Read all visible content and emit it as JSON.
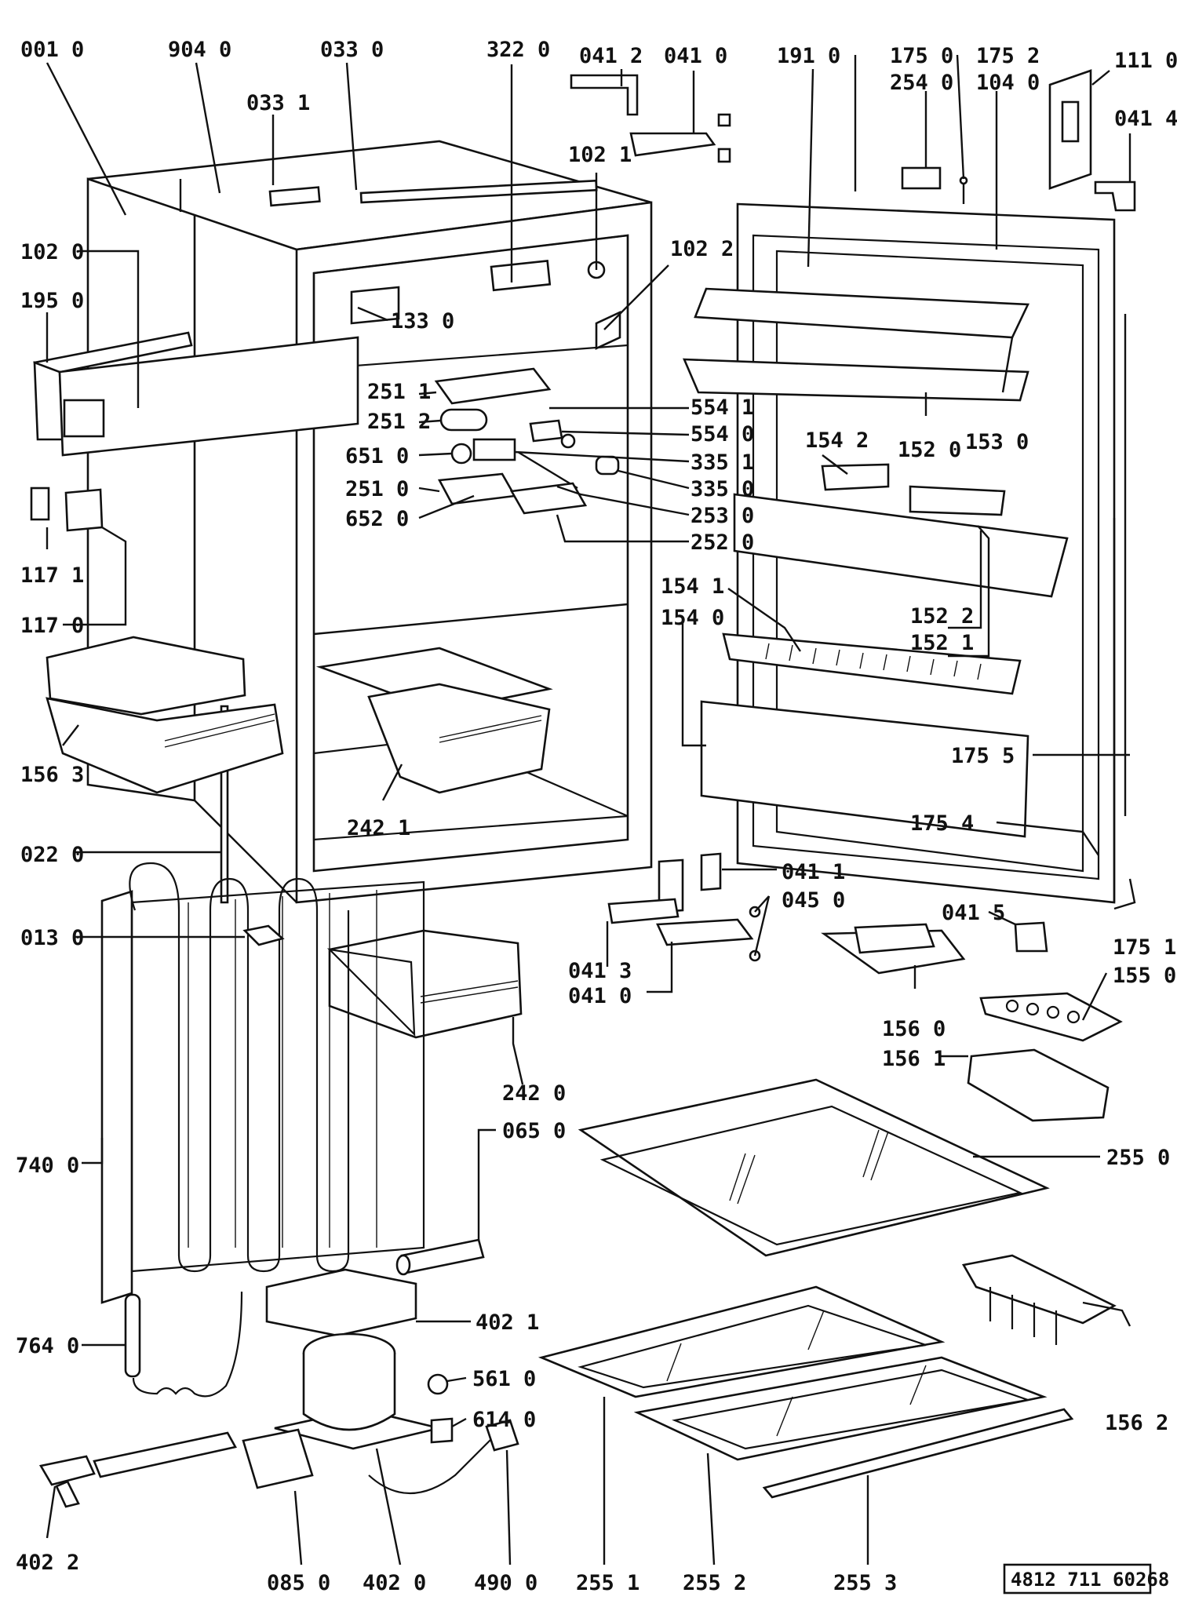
{
  "document_number": "4812 711 60268",
  "labels": [
    {
      "id": "001-0",
      "text": "001 0"
    },
    {
      "id": "904-0",
      "text": "904 0"
    },
    {
      "id": "033-0",
      "text": "033 0"
    },
    {
      "id": "322-0",
      "text": "322 0"
    },
    {
      "id": "041-2",
      "text": "041 2"
    },
    {
      "id": "041-0-top",
      "text": "041 0"
    },
    {
      "id": "191-0",
      "text": "191 0"
    },
    {
      "id": "175-0",
      "text": "175 0"
    },
    {
      "id": "175-2",
      "text": "175 2"
    },
    {
      "id": "111-0",
      "text": "111 0"
    },
    {
      "id": "033-1",
      "text": "033 1"
    },
    {
      "id": "254-0",
      "text": "254 0"
    },
    {
      "id": "104-0",
      "text": "104 0"
    },
    {
      "id": "041-4",
      "text": "041 4"
    },
    {
      "id": "102-1",
      "text": "102 1"
    },
    {
      "id": "102-0",
      "text": "102 0"
    },
    {
      "id": "102-2",
      "text": "102 2"
    },
    {
      "id": "195-0",
      "text": "195 0"
    },
    {
      "id": "133-0",
      "text": "133 0"
    },
    {
      "id": "251-1",
      "text": "251 1"
    },
    {
      "id": "554-1",
      "text": "554 1"
    },
    {
      "id": "251-2",
      "text": "251 2"
    },
    {
      "id": "554-0",
      "text": "554 0"
    },
    {
      "id": "152-0",
      "text": "152 0"
    },
    {
      "id": "153-0",
      "text": "153 0"
    },
    {
      "id": "651-0",
      "text": "651 0"
    },
    {
      "id": "335-1",
      "text": "335 1"
    },
    {
      "id": "154-2",
      "text": "154 2"
    },
    {
      "id": "251-0",
      "text": "251 0"
    },
    {
      "id": "335-0",
      "text": "335 0"
    },
    {
      "id": "652-0",
      "text": "652 0"
    },
    {
      "id": "253-0",
      "text": "253 0"
    },
    {
      "id": "252-0",
      "text": "252 0"
    },
    {
      "id": "117-1",
      "text": "117 1"
    },
    {
      "id": "154-1",
      "text": "154 1"
    },
    {
      "id": "152-2",
      "text": "152 2"
    },
    {
      "id": "154-0",
      "text": "154 0"
    },
    {
      "id": "152-1",
      "text": "152 1"
    },
    {
      "id": "117-0",
      "text": "117 0"
    },
    {
      "id": "156-3",
      "text": "156 3"
    },
    {
      "id": "175-5",
      "text": "175 5"
    },
    {
      "id": "242-1",
      "text": "242 1"
    },
    {
      "id": "175-4",
      "text": "175 4"
    },
    {
      "id": "022-0",
      "text": "022 0"
    },
    {
      "id": "041-1",
      "text": "041 1"
    },
    {
      "id": "045-0",
      "text": "045 0"
    },
    {
      "id": "041-5",
      "text": "041 5"
    },
    {
      "id": "175-1",
      "text": "175 1"
    },
    {
      "id": "013-0",
      "text": "013 0"
    },
    {
      "id": "155-0",
      "text": "155 0"
    },
    {
      "id": "041-3",
      "text": "041 3"
    },
    {
      "id": "041-0-mid",
      "text": "041 0"
    },
    {
      "id": "156-0",
      "text": "156 0"
    },
    {
      "id": "156-1",
      "text": "156 1"
    },
    {
      "id": "242-0",
      "text": "242 0"
    },
    {
      "id": "065-0",
      "text": "065 0"
    },
    {
      "id": "740-0",
      "text": "740 0"
    },
    {
      "id": "255-0",
      "text": "255 0"
    },
    {
      "id": "402-1",
      "text": "402 1"
    },
    {
      "id": "764-0",
      "text": "764 0"
    },
    {
      "id": "561-0",
      "text": "561 0"
    },
    {
      "id": "614-0",
      "text": "614 0"
    },
    {
      "id": "156-2",
      "text": "156 2"
    },
    {
      "id": "402-2",
      "text": "402 2"
    },
    {
      "id": "085-0",
      "text": "085 0"
    },
    {
      "id": "402-0",
      "text": "402 0"
    },
    {
      "id": "490-0",
      "text": "490 0"
    },
    {
      "id": "255-1",
      "text": "255 1"
    },
    {
      "id": "255-2",
      "text": "255 2"
    },
    {
      "id": "255-3",
      "text": "255 3"
    }
  ]
}
